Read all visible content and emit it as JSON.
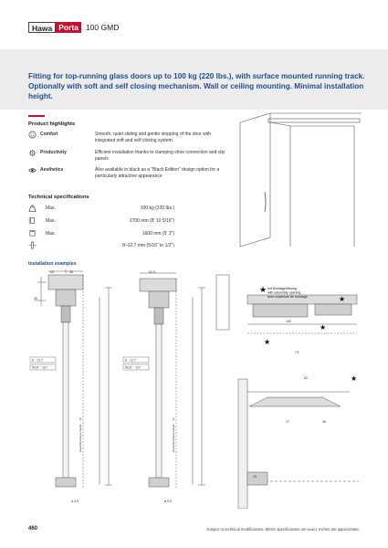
{
  "brand": {
    "hawa": "Hawa",
    "porta": "Porta",
    "model": "100 GMD"
  },
  "headline": "Fitting for top-running glass doors up to 100 kg (220 lbs.), with surface mounted running track. Optionally with soft and self closing mechanism. Wall or ceiling mounting. Minimal installation height.",
  "highlights": {
    "title": "Product highlights",
    "items": [
      {
        "icon": "smile-face-icon",
        "name": "Comfort",
        "desc": "Smooth, quiet sliding and gentle stopping of the door with integrated soft and self closing system"
      },
      {
        "icon": "gear-wrench-icon",
        "name": "Productivity",
        "desc": "Efficient installation thanks to clamping shoe connection and clip panels"
      },
      {
        "icon": "eye-icon",
        "name": "Aesthetics",
        "desc": "Also available in black as a “Black Edition” design option for a particularly attractive appearance"
      }
    ]
  },
  "specs": {
    "title": "Technical specifications",
    "items": [
      {
        "icon": "weight-icon",
        "label": "Max.",
        "value": "100 kg (220 lbs.)"
      },
      {
        "icon": "door-height-icon",
        "label": "Max.",
        "value": "2700 mm (8' 10 5/16\")"
      },
      {
        "icon": "door-width-icon",
        "label": "Max.",
        "value": "1600 mm (5' 3\")"
      },
      {
        "icon": "glass-thickness-icon",
        "label": "",
        "value": "8–12.7 mm (5/16\" to 1/2\")"
      }
    ]
  },
  "installation": {
    "title": "Installation examples",
    "note_star": "mit Montageöffnung",
    "note_star_2": "with assembly opening",
    "note_star_3": "avec ouverture de montage",
    "glass_label_1": "8 - 12.7",
    "glass_label_2": "5/16\" - 1/2\"",
    "vertical_label_a": "Glashöhe/Glass height ... 43",
    "vertical_label_b": "Glashöhe/Glass height ... 43",
    "dims": [
      "65",
      "38",
      "62.5",
      "18",
      "32",
      "58",
      "26",
      "150",
      "73",
      "25",
      "40",
      "64",
      "82",
      "35",
      "27",
      "ø 4.5",
      "ø 5.5"
    ]
  },
  "footer": {
    "page": "460",
    "note": "Subject to technical modifications. Metric specifications are exact. Inches are approximate."
  }
}
